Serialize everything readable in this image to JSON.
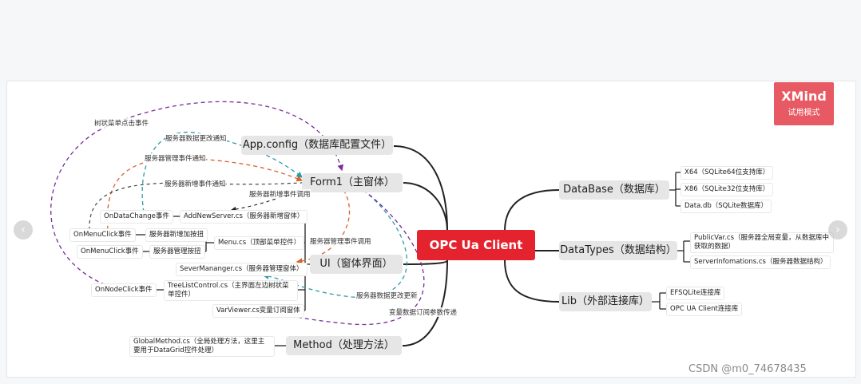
{
  "watermark_brand": {
    "title": "XMind",
    "subtitle": "试用模式"
  },
  "root": "OPC Ua Client",
  "left": {
    "app_config": "App.config（数据库配置文件）",
    "form1": "Form1（主窗体）",
    "ui": "UI（窗体界面）",
    "method": "Method（处理方法）",
    "ui_children": {
      "add_new_server": "AddNewServer.cs（服务器新增窗体）",
      "menu": "Menu.cs（顶部菜单控件）",
      "sever_manager": "SeverMananger.cs（服务器管理窗体）",
      "tree_list": "TreeListControl.cs（主界面左边树状菜单控件）",
      "var_viewer": "VarViewer.cs变量订阅窗体"
    },
    "events": {
      "on_data_change": "OnDataChange事件",
      "on_menu_click_1": "OnMenuClick事件",
      "on_menu_click_2": "OnMenuClick事件",
      "on_node_click": "OnNodeClick事件",
      "new_add_button": "服务器新增加按扭",
      "manage_button": "服务器管理按扭"
    },
    "global_method": "GlobalMethod.cs（全局处理方法，这里主要用于DataGrid控件处理）"
  },
  "right": {
    "database": "DataBase（数据库）",
    "datatypes": "DataTypes（数据结构）",
    "lib": "Lib（外部连接库）",
    "database_children": [
      "X64（SQLite64位支持库）",
      "X86（SQLite32位支持库）",
      "Data.db（SQLite数据库）"
    ],
    "datatypes_children": [
      "PublicVar.cs（服务器全局变量，从数据库中获取的数据）",
      "ServerInfomations.cs（服务器数据结构）"
    ],
    "lib_children": [
      "EFSQLite连接库",
      "OPC UA Client连接库"
    ]
  },
  "relationship_labels": {
    "tree_click": "树状菜单点击事件",
    "server_data_change_notify": "服务器数据更改通知",
    "server_manage_notify": "服务器管理事件通知",
    "server_add_notify": "服务器新增事件通知",
    "server_add_call": "服务器新增事件调用",
    "server_manage_call": "服务器管理事件调用",
    "server_data_change_update": "服务器数据更改更新",
    "var_subscribe_pass": "变量数据订阅参数传递"
  },
  "nav": {
    "prev": "‹",
    "next": "›"
  },
  "footer_watermark": "CSDN @m0_74678435",
  "colors": {
    "root": "#e5232e",
    "purple": "#7b2c9a",
    "teal": "#2a9aa8",
    "orange": "#d9622b"
  }
}
